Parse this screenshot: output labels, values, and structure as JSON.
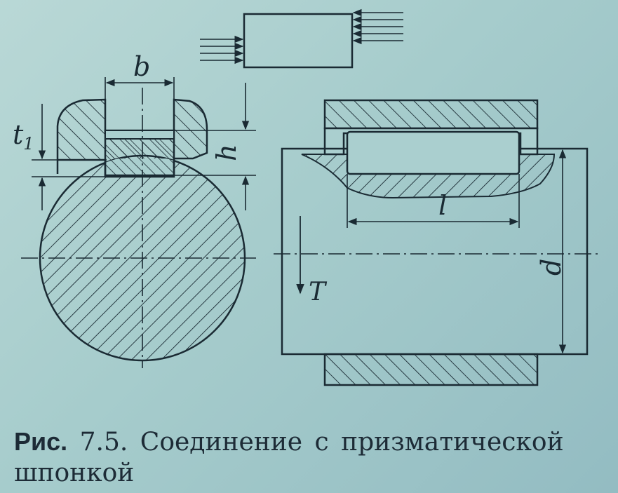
{
  "labels": {
    "b": "b",
    "t1": "t",
    "t1_sub": "1",
    "h": "h",
    "l": "l",
    "d": "d",
    "T": "T"
  },
  "caption": {
    "prefix": "Рис.",
    "number": "7.5.",
    "text": "Соединение с призматической шпонкой"
  },
  "colors": {
    "ink": "#1a2a33",
    "paper": "#a9cfcf"
  }
}
